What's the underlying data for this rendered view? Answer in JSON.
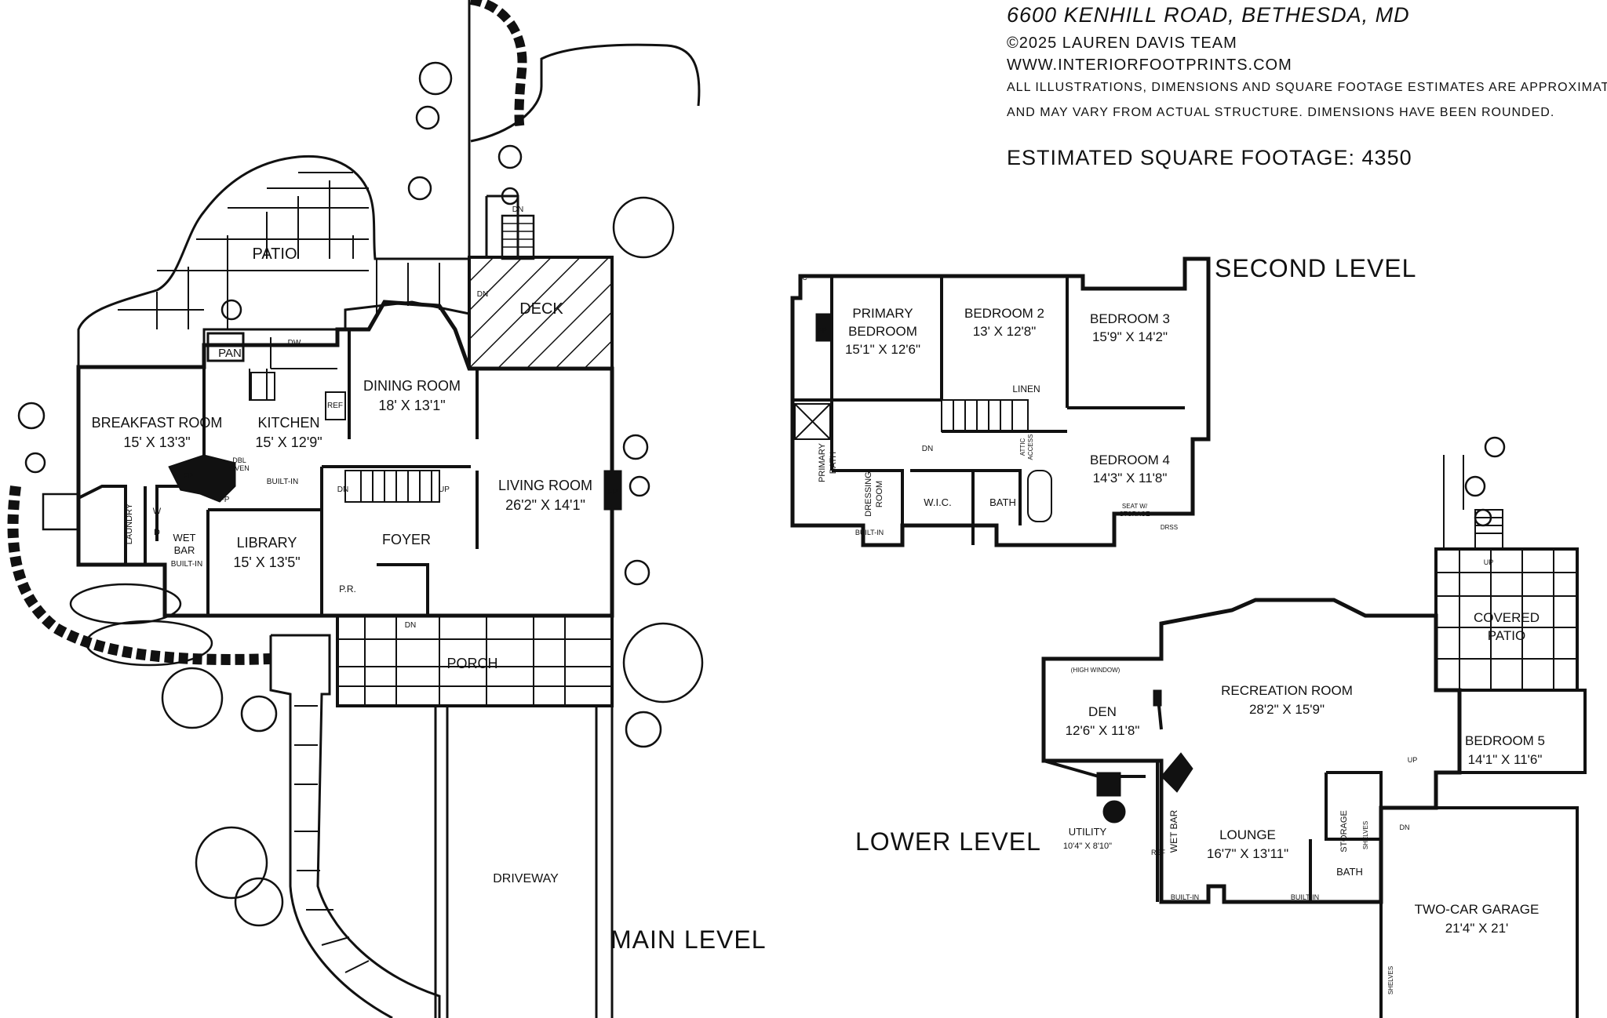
{
  "header": {
    "address": "6600 KENHILL ROAD, BETHESDA, MD",
    "copyright": "©2025 LAUREN DAVIS TEAM",
    "website": "WWW.INTERIORFOOTPRINTS.COM",
    "disclaimer_line1": "ALL ILLUSTRATIONS, DIMENSIONS AND SQUARE FOOTAGE ESTIMATES ARE APPROXIMATE",
    "disclaimer_line2": "AND MAY VARY FROM ACTUAL STRUCTURE. DIMENSIONS HAVE BEEN ROUNDED.",
    "square_footage": "ESTIMATED SQUARE FOOTAGE: 4350"
  },
  "levels": {
    "main": "MAIN LEVEL",
    "second": "SECOND LEVEL",
    "lower": "LOWER LEVEL"
  },
  "main_level": {
    "patio": "PATIO",
    "deck": "DECK",
    "pan": "PAN",
    "dw": "DW",
    "ref": "REF",
    "dn_deck": "DN",
    "dn_stairs": "DN",
    "dn_porch": "DN",
    "dn_top": "DN",
    "up": "UP",
    "breakfast_room": {
      "name": "BREAKFAST ROOM",
      "dims": "15' X 13'3\""
    },
    "kitchen": {
      "name": "KITCHEN",
      "dims": "15' X 12'9\""
    },
    "dining_room": {
      "name": "DINING ROOM",
      "dims": "18' X 13'1\""
    },
    "living_room": {
      "name": "LIVING ROOM",
      "dims": "26'2\" X 14'1\""
    },
    "library": {
      "name": "LIBRARY",
      "dims": "15' X 13'5\""
    },
    "foyer": "FOYER",
    "porch": "PORCH",
    "laundry": "LAUNDRY",
    "washer": "W",
    "dryer": "D",
    "wet_bar_1": "WET",
    "wet_bar_2": "BAR",
    "built_in_1": "BUILT-IN",
    "built_in_2": "BUILT-IN",
    "dbl_oven_1": "DBL",
    "dbl_oven_2": "OVEN",
    "fp_1": "FP",
    "fp_2": "FP",
    "fp_living": "FP",
    "powder_room": "P.R.",
    "driveway": "DRIVEWAY"
  },
  "second_level": {
    "lc": "LC",
    "fp": "FP",
    "primary_bedroom": {
      "name_1": "PRIMARY",
      "name_2": "BEDROOM",
      "dims": "15'1\" X 12'6\""
    },
    "bedroom_2": {
      "name": "BEDROOM 2",
      "dims": "13' X 12'8\""
    },
    "bedroom_3": {
      "name": "BEDROOM 3",
      "dims": "15'9\" X 14'2\""
    },
    "bedroom_4": {
      "name": "BEDROOM 4",
      "dims": "14'3\" X 11'8\""
    },
    "linen": "LINEN",
    "attic_1": "ATTIC",
    "attic_2": "ACCESS",
    "primary_bath_1": "PRIMARY",
    "primary_bath_2": "BATH",
    "dressing_room_1": "DRESSING",
    "dressing_room_2": "ROOM",
    "wic": "W.I.C.",
    "bath": "BATH",
    "dn": "DN",
    "built_in": "BUILT-IN",
    "seat_1": "SEAT W/",
    "seat_2": "STORAGE",
    "drss": "DRSS"
  },
  "lower_level": {
    "high_window": "(HIGH WINDOW)",
    "den": {
      "name": "DEN",
      "dims": "12'6\" X 11'8\""
    },
    "recreation_room": {
      "name": "RECREATION ROOM",
      "dims": "28'2\" X 15'9\""
    },
    "covered_patio_1": "COVERED",
    "covered_patio_2": "PATIO",
    "bedroom_5": {
      "name": "BEDROOM 5",
      "dims": "14'1\" X 11'6\""
    },
    "utility": {
      "name": "UTILITY",
      "dims": "10'4\" X 8'10\""
    },
    "wet_bar": "WET BAR",
    "ref": "REF",
    "lounge": {
      "name": "LOUNGE",
      "dims": "16'7\" X 13'11\""
    },
    "storage": "STORAGE",
    "shelves_1": "SHELVES",
    "shelves_2": "SHELVES",
    "bath": "BATH",
    "up": "UP",
    "up_patio": "UP",
    "dn": "DN",
    "built_in_1": "BUILT-IN",
    "built_in_2": "BUILT-IN",
    "garage": {
      "name": "TWO-CAR GARAGE",
      "dims": "21'4\" X 21'"
    }
  }
}
